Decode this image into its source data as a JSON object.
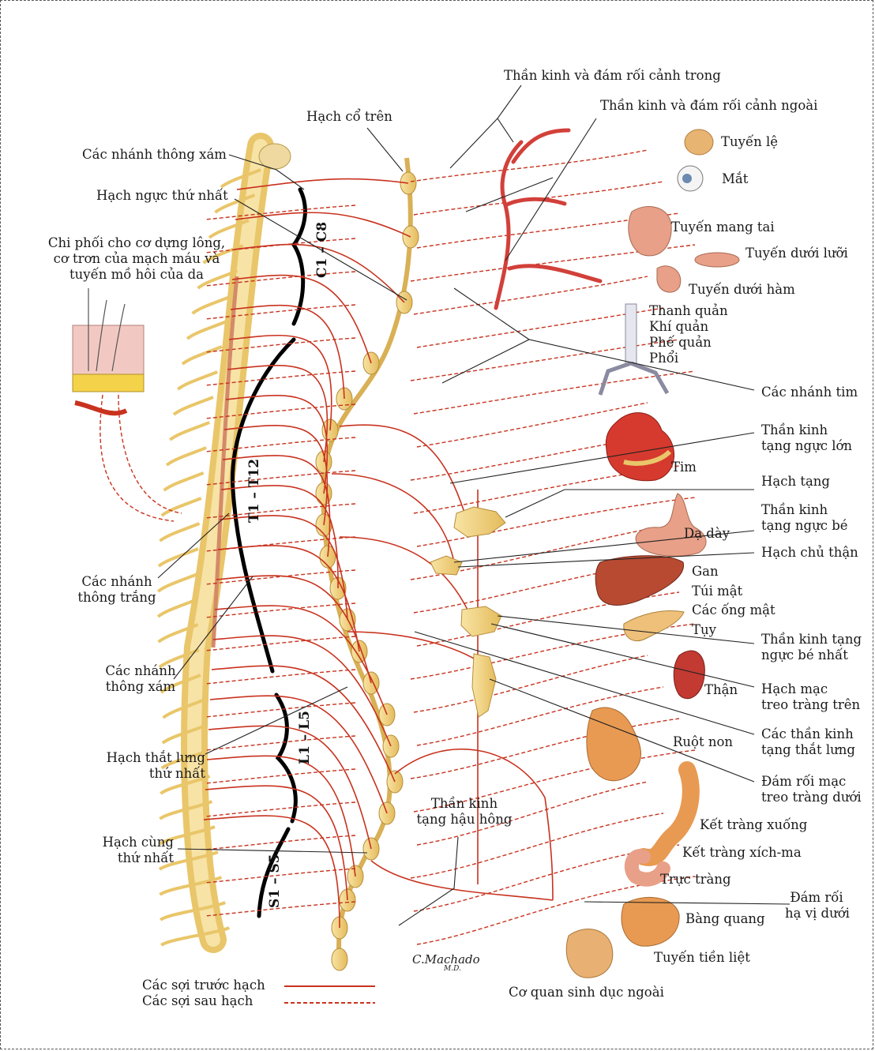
{
  "labels": {
    "internal_carotid": "Thần kinh và đám rối cảnh trong",
    "external_carotid": "Thần kinh và đám rối cảnh ngoài",
    "superior_cervical_ganglion": "Hạch cổ trên",
    "gray_rami_top": "Các nhánh thông xám",
    "first_thoracic_ganglion": "Hạch ngực thứ nhất",
    "skin_innervation": [
      "Chi phối cho cơ dựng lông,",
      "cơ trơn của mạch máu và",
      "tuyến mồ hôi của da"
    ],
    "lacrimal_gland": "Tuyến lệ",
    "eye": "Mắt",
    "parotid_gland": "Tuyến mang tai",
    "sublingual_gland": "Tuyến dưới lưỡi",
    "submandibular_gland": "Tuyến dưới hàm",
    "airway": [
      "Thanh quản",
      "Khí quản",
      "Phế quản",
      "Phổi"
    ],
    "cardiac_branches": "Các nhánh tim",
    "greater_splanchnic": [
      "Thần kinh",
      "tạng ngực lớn"
    ],
    "heart": "Tim",
    "celiac_ganglion": "Hạch tạng",
    "lesser_splanchnic": [
      "Thần kinh",
      "tạng ngực bé"
    ],
    "stomach": "Dạ dày",
    "aorticorenal_ganglion": "Hạch chủ thận",
    "liver_group": [
      "Gan",
      "Túi mật",
      "Các ống mật",
      "Tụy"
    ],
    "least_splanchnic": [
      "Thần kinh tạng",
      "ngực bé nhất"
    ],
    "kidney": "Thận",
    "superior_mesenteric_ganglion": [
      "Hạch mạc",
      "treo tràng trên"
    ],
    "lumbar_splanchnic": [
      "Các thần kinh",
      "tạng thắt lưng"
    ],
    "small_intestine": "Ruột non",
    "inferior_mesenteric_plexus": [
      "Đám rối mạc",
      "treo tràng dưới"
    ],
    "descending_colon": "Kết tràng xuống",
    "sigmoid_colon": "Kết tràng xích-ma",
    "rectum": "Trực tràng",
    "inferior_hypogastric_plexus": [
      "Đám rối",
      "hạ vị dưới"
    ],
    "bladder": "Bàng quang",
    "prostate": "Tuyến tiền liệt",
    "external_genitalia": "Cơ quan sinh dục ngoài",
    "white_rami": [
      "Các nhánh",
      "thông trắng"
    ],
    "gray_rami_mid": [
      "Các nhánh",
      "thông xám"
    ],
    "first_lumbar_ganglion": [
      "Hạch thắt lưng",
      "thứ nhất"
    ],
    "pelvic_splanchnic": [
      "Thần kinh",
      "tạng hậu hông"
    ],
    "first_sacral_ganglion": [
      "Hạch cùng",
      "thứ nhất"
    ]
  },
  "segments": {
    "cervical": "C1 – C8",
    "thoracic": "T1 – T12",
    "lumbar": "L1 – L5",
    "sacral": "S1 – S5"
  },
  "legend": {
    "preganglionic": "Các sợi trước hạch",
    "postganglionic": "Các sợi sau hạch"
  },
  "signature": {
    "name": "C.Machado",
    "suffix": "M.D."
  },
  "colors": {
    "nerve_yellow": "#f2d27a",
    "fiber_red": "#c8321e",
    "organ_pink": "#e8a088",
    "organ_orange": "#e89a52"
  }
}
